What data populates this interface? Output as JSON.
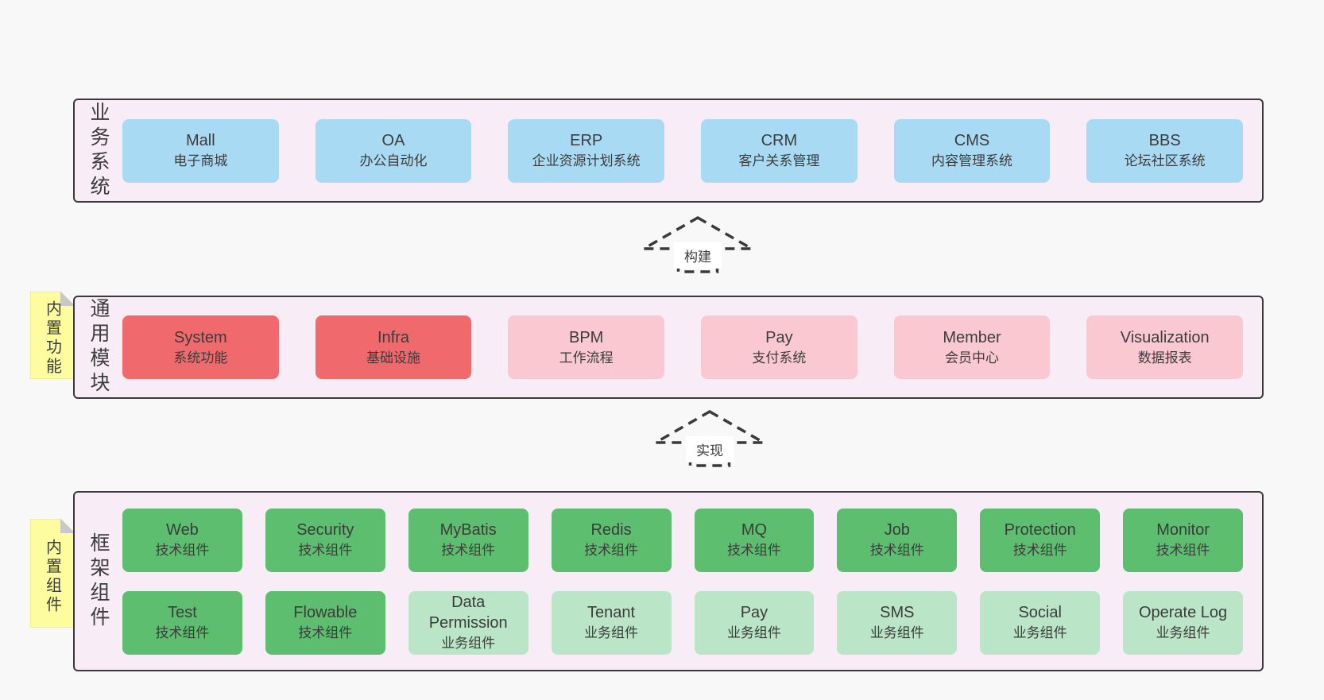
{
  "colors": {
    "page_bg": "#f8f8f8",
    "section_bg": "#f8edf6",
    "section_border": "#3a3a3a",
    "blue": "#a9daf3",
    "red": "#f0696c",
    "pink": "#f9c8d1",
    "green": "#5cbe6e",
    "light_green": "#bae5c6",
    "note_yellow": "#fdfc9e",
    "note_fold": "#c8c8c8",
    "text": "#3c3c3c",
    "arrow_stroke": "#3a3a3a"
  },
  "notes": [
    {
      "label": "内置功能"
    },
    {
      "label": "内置组件"
    }
  ],
  "arrows": [
    {
      "label": "构建"
    },
    {
      "label": "实现"
    }
  ],
  "sections": [
    {
      "label": "业务系统",
      "rows": [
        [
          {
            "name": "Mall",
            "sub": "电子商城",
            "color": "blue"
          },
          {
            "name": "OA",
            "sub": "办公自动化",
            "color": "blue"
          },
          {
            "name": "ERP",
            "sub": "企业资源计划系统",
            "color": "blue"
          },
          {
            "name": "CRM",
            "sub": "客户关系管理",
            "color": "blue"
          },
          {
            "name": "CMS",
            "sub": "内容管理系统",
            "color": "blue"
          },
          {
            "name": "BBS",
            "sub": "论坛社区系统",
            "color": "blue"
          }
        ]
      ]
    },
    {
      "label": "通用模块",
      "rows": [
        [
          {
            "name": "System",
            "sub": "系统功能",
            "color": "red"
          },
          {
            "name": "Infra",
            "sub": "基础设施",
            "color": "red"
          },
          {
            "name": "BPM",
            "sub": "工作流程",
            "color": "pink"
          },
          {
            "name": "Pay",
            "sub": "支付系统",
            "color": "pink"
          },
          {
            "name": "Member",
            "sub": "会员中心",
            "color": "pink"
          },
          {
            "name": "Visualization",
            "sub": "数据报表",
            "color": "pink"
          }
        ]
      ]
    },
    {
      "label": "框架组件",
      "rows": [
        [
          {
            "name": "Web",
            "sub": "技术组件",
            "color": "green"
          },
          {
            "name": "Security",
            "sub": "技术组件",
            "color": "green"
          },
          {
            "name": "MyBatis",
            "sub": "技术组件",
            "color": "green"
          },
          {
            "name": "Redis",
            "sub": "技术组件",
            "color": "green"
          },
          {
            "name": "MQ",
            "sub": "技术组件",
            "color": "green"
          },
          {
            "name": "Job",
            "sub": "技术组件",
            "color": "green"
          },
          {
            "name": "Protection",
            "sub": "技术组件",
            "color": "green"
          },
          {
            "name": "Monitor",
            "sub": "技术组件",
            "color": "green"
          }
        ],
        [
          {
            "name": "Test",
            "sub": "技术组件",
            "color": "green"
          },
          {
            "name": "Flowable",
            "sub": "技术组件",
            "color": "green"
          },
          {
            "name": "Data Permission",
            "sub": "业务组件",
            "color": "light_green"
          },
          {
            "name": "Tenant",
            "sub": "业务组件",
            "color": "light_green"
          },
          {
            "name": "Pay",
            "sub": "业务组件",
            "color": "light_green"
          },
          {
            "name": "SMS",
            "sub": "业务组件",
            "color": "light_green"
          },
          {
            "name": "Social",
            "sub": "业务组件",
            "color": "light_green"
          },
          {
            "name": "Operate Log",
            "sub": "业务组件",
            "color": "light_green"
          }
        ]
      ]
    }
  ]
}
